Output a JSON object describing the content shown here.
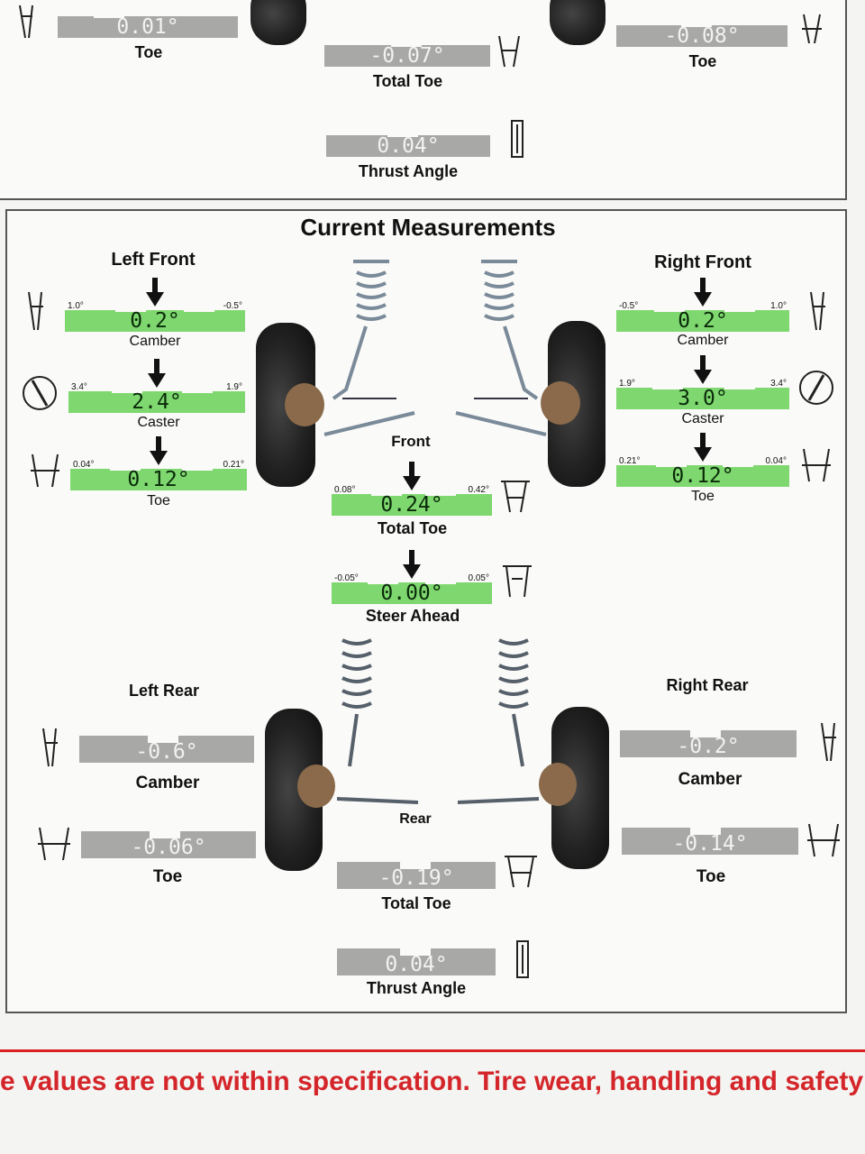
{
  "top_panel": {
    "left_toe": {
      "value": "0.01°",
      "label": "Toe"
    },
    "total_toe": {
      "value": "-0.07°",
      "label": "Total Toe"
    },
    "right_toe": {
      "value": "-0.08°",
      "label": "Toe"
    },
    "thrust_angle": {
      "value": "0.04°",
      "label": "Thrust Angle"
    }
  },
  "current": {
    "title": "Current Measurements",
    "left_front": {
      "heading": "Left Front",
      "camber": {
        "min": "1.0°",
        "max": "-0.5°",
        "value": "0.2°",
        "label": "Camber"
      },
      "caster": {
        "min": "3.4°",
        "max": "1.9°",
        "value": "2.4°",
        "label": "Caster"
      },
      "toe": {
        "min": "0.04°",
        "max": "0.21°",
        "value": "0.12°",
        "label": "Toe"
      }
    },
    "right_front": {
      "heading": "Right Front",
      "camber": {
        "min": "-0.5°",
        "max": "1.0°",
        "value": "0.2°",
        "label": "Camber"
      },
      "caster": {
        "min": "1.9°",
        "max": "3.4°",
        "value": "3.0°",
        "label": "Caster"
      },
      "toe": {
        "min": "0.21°",
        "max": "0.04°",
        "value": "0.12°",
        "label": "Toe"
      }
    },
    "front": {
      "label": "Front",
      "total_toe": {
        "min": "0.08°",
        "max": "0.42°",
        "value": "0.24°",
        "label": "Total Toe"
      },
      "steer_ahead": {
        "min": "-0.05°",
        "max": "0.05°",
        "value": "0.00°",
        "label": "Steer Ahead"
      }
    },
    "left_rear": {
      "heading": "Left Rear",
      "camber": {
        "value": "-0.6°",
        "label": "Camber"
      },
      "toe": {
        "value": "-0.06°",
        "label": "Toe"
      }
    },
    "right_rear": {
      "heading": "Right Rear",
      "camber": {
        "value": "-0.2°",
        "label": "Camber"
      },
      "toe": {
        "value": "-0.14°",
        "label": "Toe"
      }
    },
    "rear": {
      "label": "Rear",
      "total_toe": {
        "value": "-0.19°",
        "label": "Total Toe"
      },
      "thrust_angle": {
        "value": "0.04°",
        "label": "Thrust Angle"
      }
    }
  },
  "notice": "e values are not within specification.  Tire wear, handling and safety p",
  "colors": {
    "in_spec": "#7fd86f",
    "not_adjusted": "#a8a8a6",
    "warning": "#d4262a"
  }
}
